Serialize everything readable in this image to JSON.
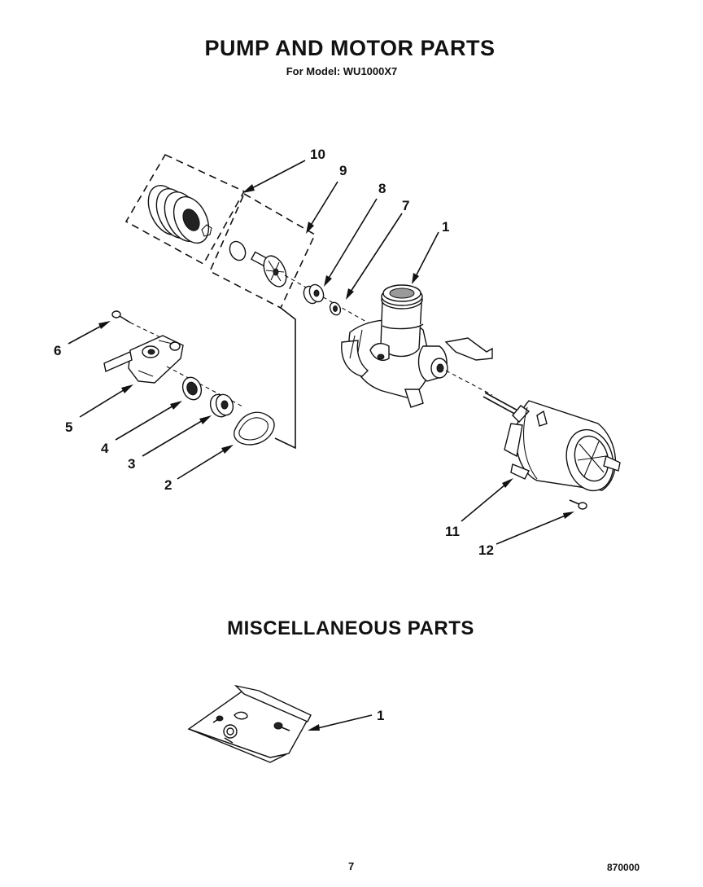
{
  "header": {
    "title": "PUMP AND MOTOR PARTS",
    "subtitle": "For Model: WU1000X7"
  },
  "pump_diagram": {
    "callouts": [
      "1",
      "2",
      "3",
      "4",
      "5",
      "6",
      "7",
      "8",
      "9",
      "10",
      "11",
      "12"
    ]
  },
  "misc_section": {
    "title": "MISCELLANEOUS PARTS",
    "callouts": [
      "1"
    ]
  },
  "footer": {
    "page_number": "7",
    "document_number": "870000"
  }
}
